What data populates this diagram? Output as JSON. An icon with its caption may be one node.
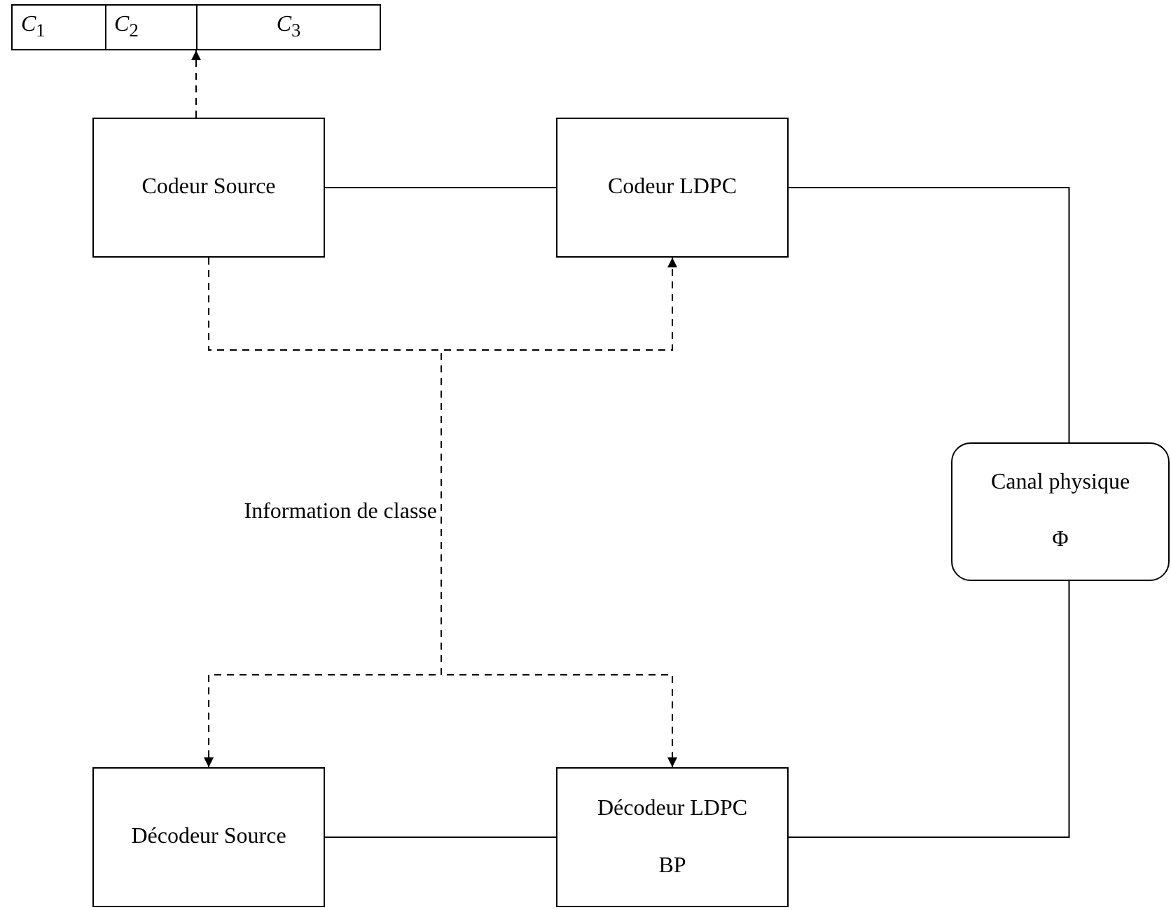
{
  "diagram": {
    "nodes": [
      {
        "text": [
          "*C*$_{1}$",
          "*C*$_{2}$",
          "*C*$_{3}$"
        ]
      },
      {
        "text": [
          "Codeur Source"
        ]
      },
      {
        "text": [
          "Codeur LDPC"
        ]
      },
      {
        "text": [
          "Canal physique",
          "Φ"
        ]
      },
      {
        "text": [
          "Décodeur Source"
        ]
      },
      {
        "text": [
          "Décodeur LDPC",
          "BP"
        ]
      }
    ],
    "edges": [
      {
        "from": 1,
        "to": 0,
        "arrow": "to",
        "style": "dashed"
      },
      {
        "from": 1,
        "to": 2,
        "arrow": "none"
      },
      {
        "from": 2,
        "to": 3,
        "arrow": "none"
      },
      {
        "from": 3,
        "to": 5,
        "arrow": "none"
      },
      {
        "from": 5,
        "to": 4,
        "arrow": "none"
      },
      {
        "from": 1,
        "to": 2,
        "arrow": "to",
        "style": "dashed"
      },
      {
        "from": 1,
        "to": 4,
        "arrow": "to",
        "style": "dashed"
      },
      {
        "from": 1,
        "to": 5,
        "arrow": "to",
        "style": "dashed"
      }
    ],
    "labels": [
      "Information de classe"
    ]
  }
}
